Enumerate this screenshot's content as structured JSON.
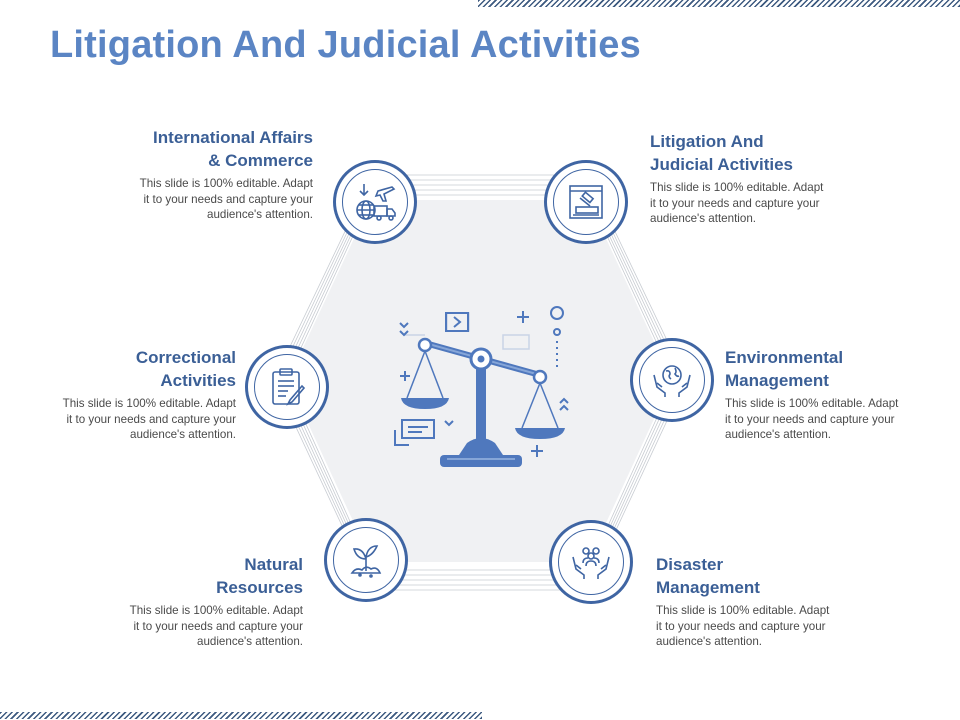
{
  "title": "Litigation And Judicial Activities",
  "items": [
    {
      "heading_line1": "International Affairs",
      "heading_line2": "& Commerce",
      "body_line1": "This slide is 100% editable. Adapt",
      "body_line2": "it to your needs and capture your",
      "body_line3": "audience's attention.",
      "icon": "globe-plane-truck-icon"
    },
    {
      "heading_line1": "Litigation And",
      "heading_line2": "Judicial Activities",
      "body_line1": "This slide is 100% editable. Adapt",
      "body_line2": "it to your needs and capture your",
      "body_line3": "audience's attention.",
      "icon": "court-gavel-icon"
    },
    {
      "heading_line1": "Correctional",
      "heading_line2": "Activities",
      "body_line1": "This slide is 100% editable. Adapt",
      "body_line2": "it to your needs and capture your",
      "body_line3": "audience's attention.",
      "icon": "clipboard-pen-icon"
    },
    {
      "heading_line1": "Environmental",
      "heading_line2": "Management",
      "body_line1": "This slide is 100% editable. Adapt",
      "body_line2": "it to your needs and capture your",
      "body_line3": "audience's attention.",
      "icon": "hands-globe-icon"
    },
    {
      "heading_line1": "Natural",
      "heading_line2": "Resources",
      "body_line1": "This slide is 100% editable. Adapt",
      "body_line2": "it to your needs and capture your",
      "body_line3": "audience's attention.",
      "icon": "sprout-icon"
    },
    {
      "heading_line1": "Disaster",
      "heading_line2": "Management",
      "body_line1": "This slide is 100% editable. Adapt",
      "body_line2": "it to your needs and capture your",
      "body_line3": "audience's attention.",
      "icon": "hands-people-icon"
    }
  ],
  "center_icon": "balance-scale-icon",
  "colors": {
    "title": "#5b85c4",
    "heading": "#3b5f96",
    "accent": "#3f65a3",
    "hexagon": "#f0f1f3"
  }
}
